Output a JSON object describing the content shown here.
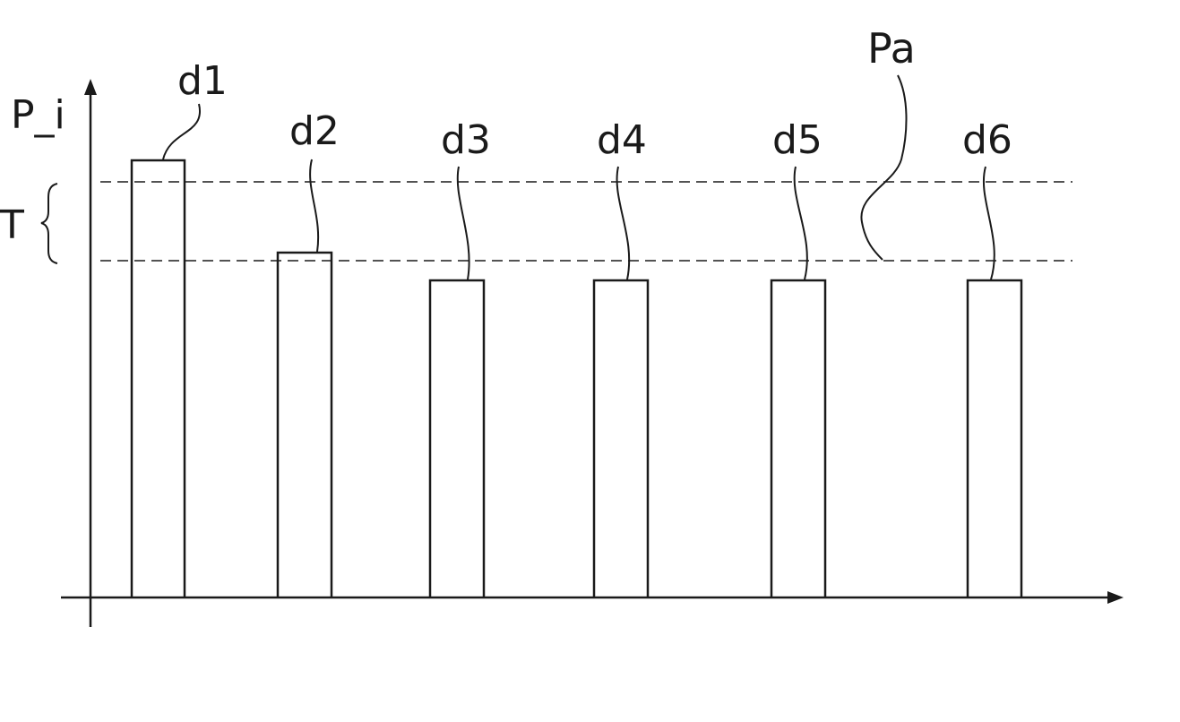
{
  "diagram": {
    "axis_label_y": "P_i",
    "band_label": "T",
    "line_label": "Pa",
    "colors": {
      "stroke": "#1a1a1a",
      "background": "#ffffff"
    }
  },
  "chart_data": {
    "type": "bar",
    "categories": [
      "d1",
      "d2",
      "d3",
      "d4",
      "d5",
      "d6"
    ],
    "ylabel": "P_i",
    "reference_lines": [
      {
        "label": "T",
        "role": "upper band edge",
        "style": "dashed"
      },
      {
        "label": "Pa",
        "role": "lower band edge",
        "style": "dashed"
      }
    ],
    "grid": false
  }
}
